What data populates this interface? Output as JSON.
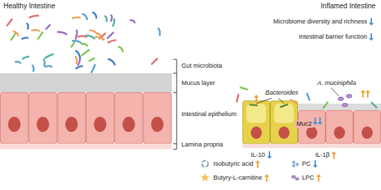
{
  "diagram": {
    "labels": [
      "Healthy Intestine",
      "Inflamed Intestine",
      "Microbiome diversity and richness",
      "Intestinal barrier function",
      "Gut microbiota",
      "Mucus layer",
      "Intestinal epithelium",
      "Lamina propria",
      "Bacteroides",
      "A. muciniphila",
      "Muc2",
      "IL-10",
      "IL-1β",
      "Isobutyric acid",
      "Butyry-L-carnitine",
      "PC",
      "LPC"
    ]
  }
}
